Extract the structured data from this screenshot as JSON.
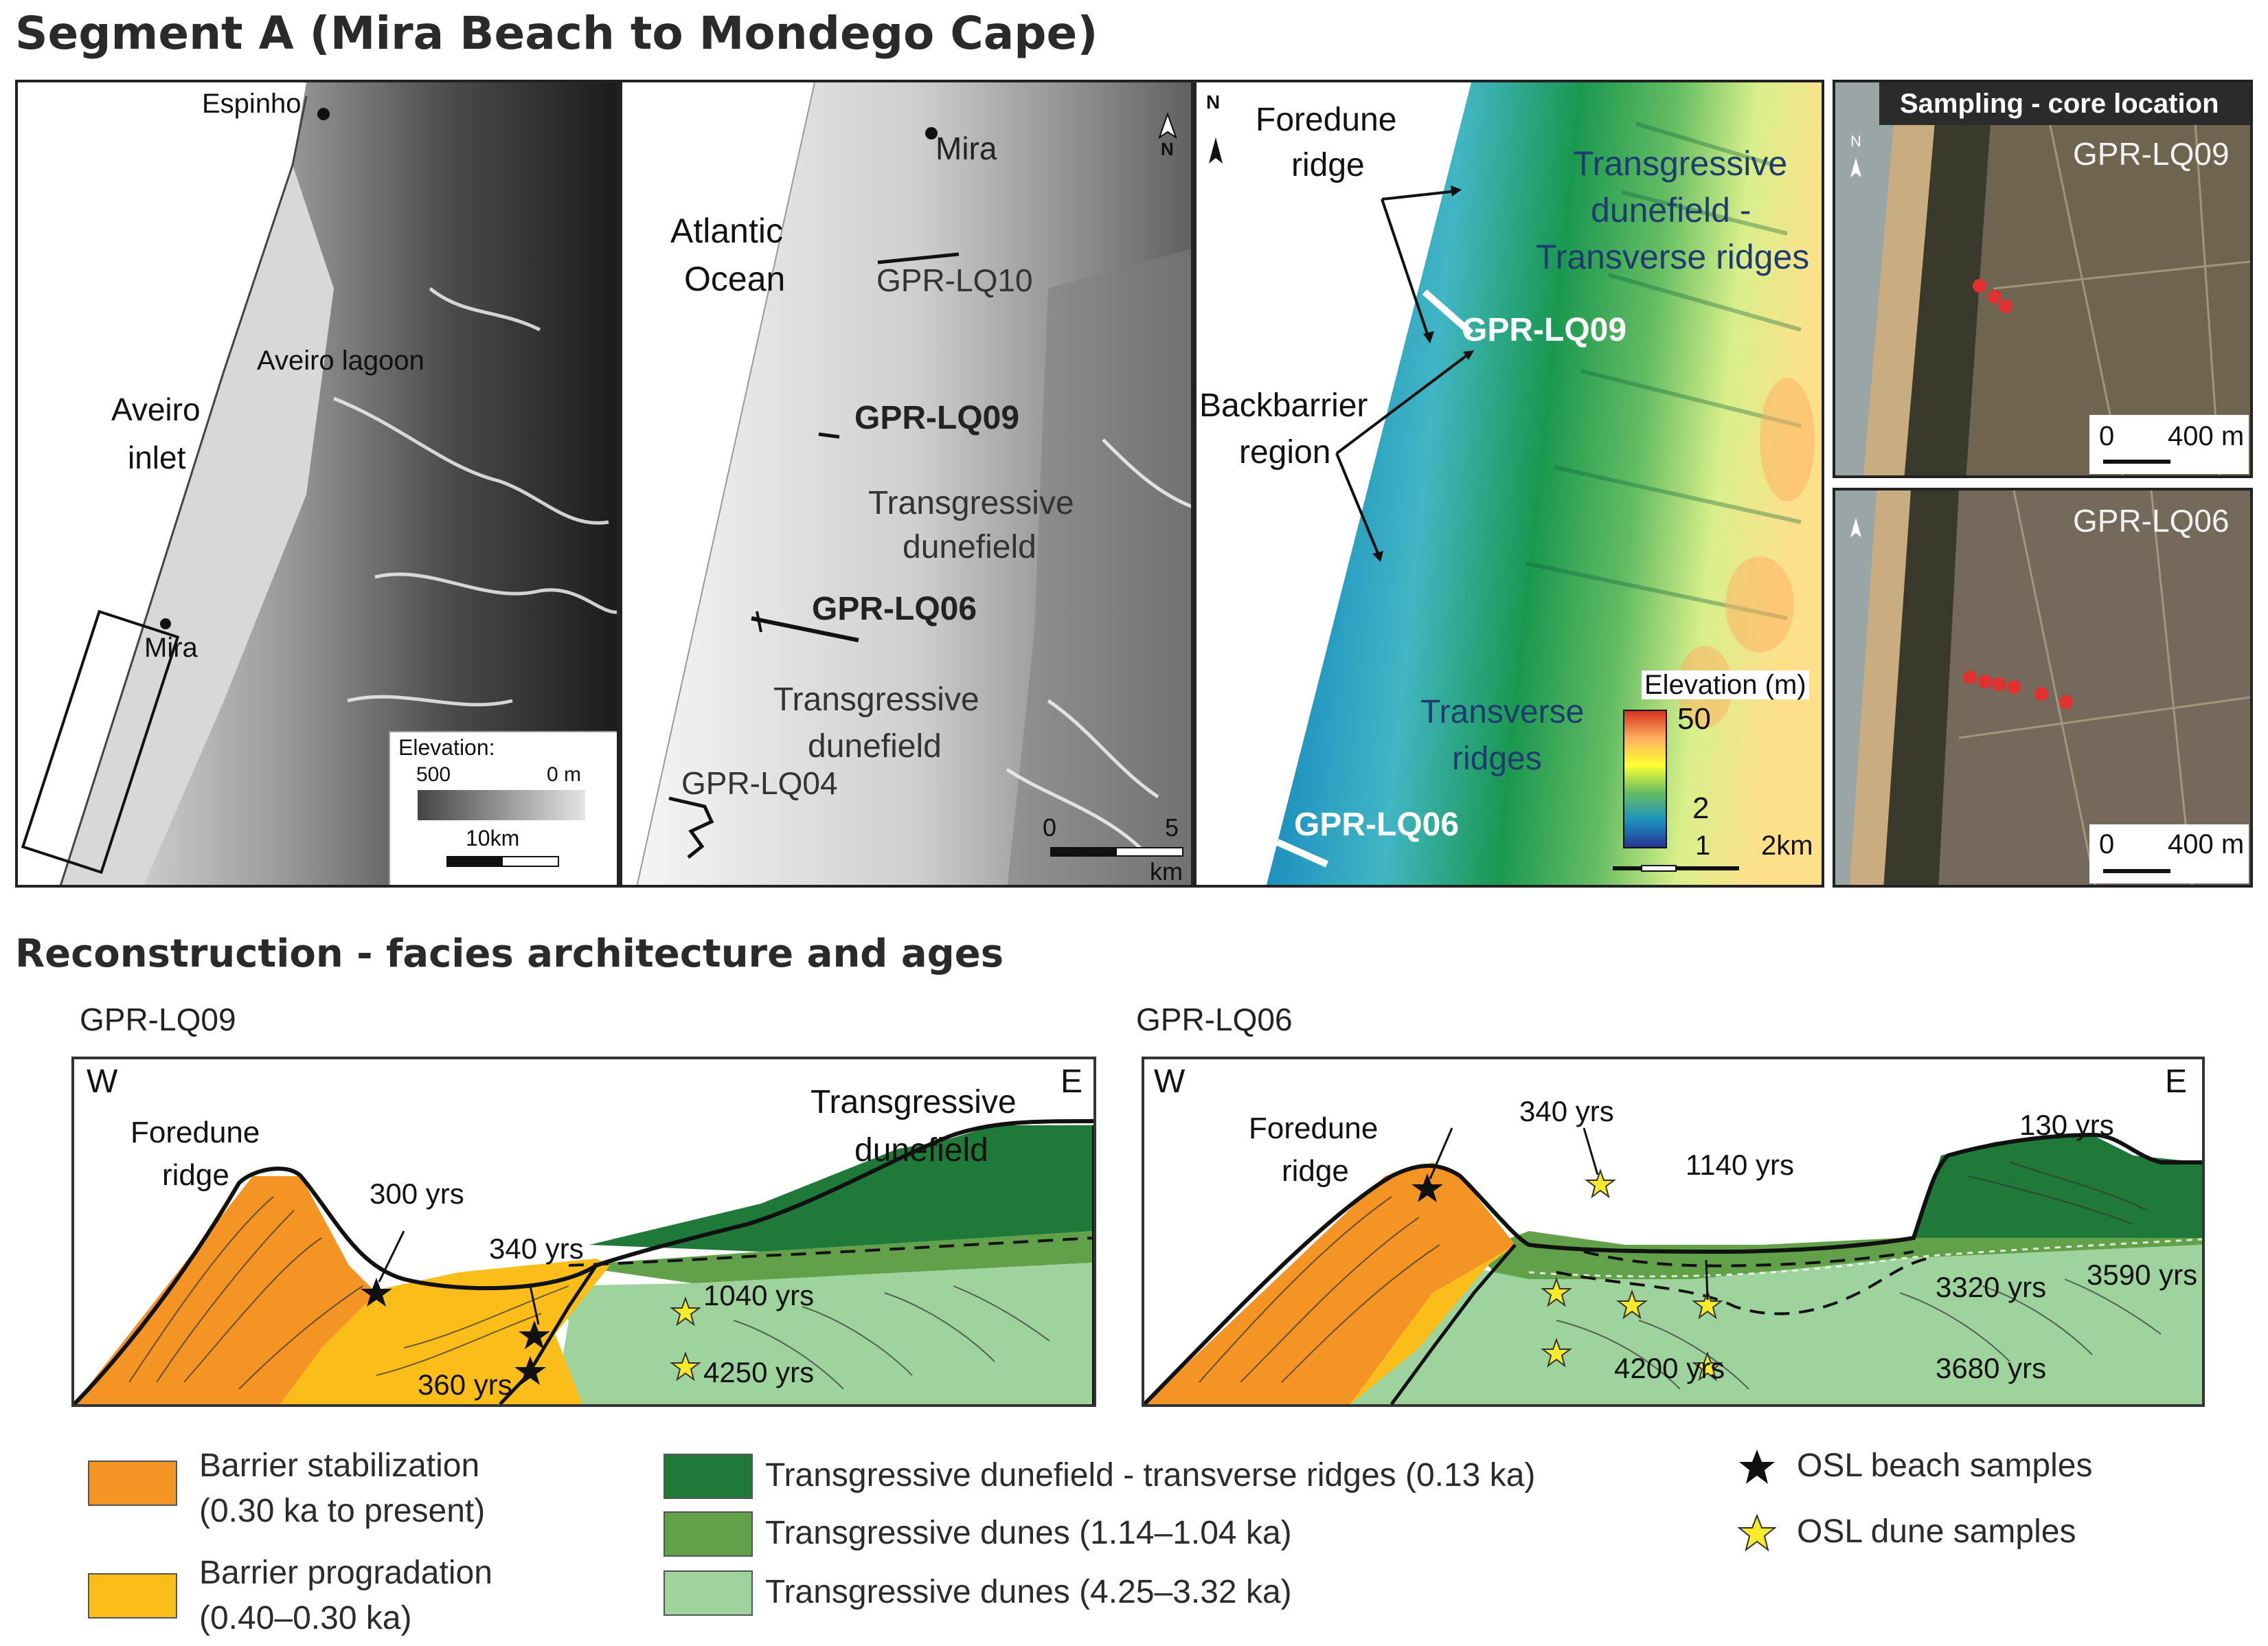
{
  "title": "Segment A (Mira Beach to Mondego Cape)",
  "panel1": {
    "places": [
      "Espinho",
      "Aveiro lagoon",
      "Aveiro",
      "inlet",
      "Mira"
    ],
    "scale_title": "Elevation:",
    "scale_high": "500",
    "scale_low": "0 m",
    "scale_bar": "10km"
  },
  "panel2": {
    "ocean_line1": "Atlantic",
    "ocean_line2": "Ocean",
    "town": "Mira",
    "profiles": [
      "GPR-LQ10",
      "GPR-LQ09",
      "GPR-LQ06",
      "GPR-LQ04"
    ],
    "dunefield_a1": "Transgressive",
    "dunefield_a2": "dunefield",
    "dunefield_b1": "Transgressive",
    "dunefield_b2": "dunefield",
    "north": "N",
    "scale_0": "0",
    "scale_5": "5",
    "scale_unit": "km"
  },
  "panel3": {
    "north": "N",
    "foredune_1": "Foredune",
    "foredune_2": "ridge",
    "tdf_1": "Transgressive",
    "tdf_2": "dunefield -",
    "tdf_3": "Transverse ridges",
    "gpr_a": "GPR-LQ09",
    "backbarrier_1": "Backbarrier",
    "backbarrier_2": "region",
    "transverse_1": "Transverse",
    "transverse_2": "ridges",
    "gpr_b": "GPR-LQ06",
    "legend_title": "Elevation (m)",
    "legend_max": "50",
    "legend_min": "2",
    "scale_1": "1",
    "scale_2": "2km",
    "colors": [
      "#d7301f",
      "#fdae61",
      "#ffff33",
      "#66bd63",
      "#1a9850",
      "#1d91c0",
      "#253494"
    ]
  },
  "panel4": {
    "header": "Sampling - core location",
    "top_label": "GPR-LQ09",
    "bottom_label": "GPR-LQ06",
    "scale_0": "0",
    "scale_400": "400 m",
    "north": "N"
  },
  "reconstruction": {
    "title": "Reconstruction - facies architecture and ages",
    "left": {
      "profile": "GPR-LQ09",
      "west": "W",
      "east": "E",
      "foredune_1": "Foredune",
      "foredune_2": "ridge",
      "tdf_1": "Transgressive",
      "tdf_2": "dunefield",
      "ages": [
        "300 yrs",
        "340 yrs",
        "360 yrs",
        "1040 yrs",
        "4250 yrs"
      ]
    },
    "right": {
      "profile": "GPR-LQ06",
      "west": "W",
      "east": "E",
      "foredune_1": "Foredune",
      "foredune_2": "ridge",
      "ages": [
        "340 yrs",
        "130 yrs",
        "1140 yrs",
        "3320 yrs",
        "3590 yrs",
        "4200 yrs",
        "3680 yrs"
      ]
    }
  },
  "legend": {
    "items": [
      {
        "line1": "Barrier stabilization",
        "line2": "(0.30 ka to present)",
        "color": "#f39425"
      },
      {
        "line1": "Barrier progradation",
        "line2": "(0.40–0.30 ka)",
        "color": "#fbbd1a"
      },
      {
        "line1": "Transgressive dunefield - transverse ridges (0.13 ka)",
        "color": "#1f7a3a"
      },
      {
        "line1": "Transgressive dunes (1.14–1.04 ka)",
        "color": "#62a04a"
      },
      {
        "line1": "Transgressive dunes (4.25–3.32 ka)",
        "color": "#9fd39e"
      }
    ],
    "beach_samples": "OSL beach samples",
    "dune_samples": "OSL dune samples"
  }
}
